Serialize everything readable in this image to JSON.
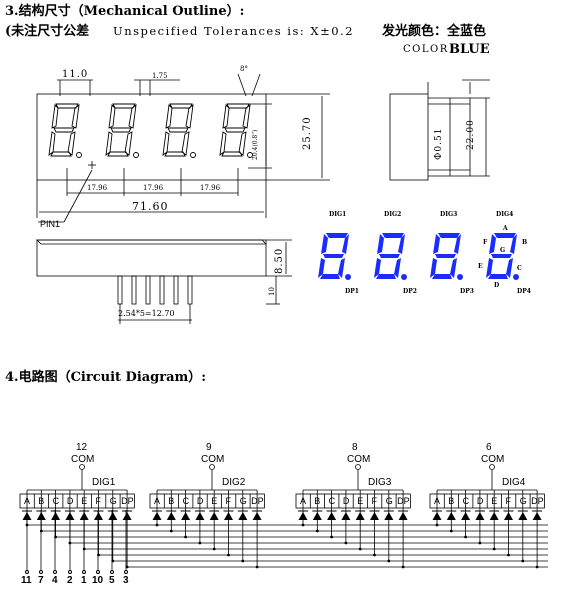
{
  "header": {
    "section3_title": "3.结构尺寸（Mechanical Outline）:",
    "tolerance_cn": "(未注尺寸公差",
    "tolerance_en": "Unspecified Tolerances is: X±0.2",
    "color_cn": "发光颜色：全蓝色",
    "color_en_label": "COLOR：",
    "color_en_value": "BLUE"
  },
  "mechanical": {
    "dim_digit_height_top": "11.0",
    "dim_width_small": "1.75",
    "dim_angle": "8°",
    "dim_height": "25.70",
    "dim_digit_h": "20.4(0.8\")",
    "dim_pitch": [
      "17.96",
      "17.96",
      "17.96"
    ],
    "dim_total_width": "71.60",
    "pin1_label": "PIN1",
    "dim_thickness": "8.50",
    "dim_pin_len": "10",
    "dim_pin_span": "2.54*5=12.70",
    "dim_side_dia": "Φ0.51",
    "dim_side_height": "22.00"
  },
  "display": {
    "color": "#1a2cff",
    "digit_labels": [
      "DIG1",
      "DIG2",
      "DIG3",
      "DIG4"
    ],
    "dp_labels": [
      "DP1",
      "DP2",
      "DP3",
      "DP4"
    ],
    "segment_letters": {
      "a": "A",
      "b": "B",
      "c": "C",
      "d": "D",
      "e": "E",
      "f": "F",
      "g": "G"
    }
  },
  "circuit": {
    "section4_title": "4.电路图（Circuit Diagram）:",
    "groups": [
      {
        "com_pin": "12",
        "com": "COM",
        "dig": "DIG1"
      },
      {
        "com_pin": "9",
        "com": "COM",
        "dig": "DIG2"
      },
      {
        "com_pin": "8",
        "com": "COM",
        "dig": "DIG3"
      },
      {
        "com_pin": "6",
        "com": "COM",
        "dig": "DIG4"
      }
    ],
    "segments": [
      "A",
      "B",
      "C",
      "D",
      "E",
      "F",
      "G",
      "DP"
    ],
    "pins": [
      "11",
      "7",
      "4",
      "2",
      "1",
      "10",
      "5",
      "3"
    ]
  }
}
